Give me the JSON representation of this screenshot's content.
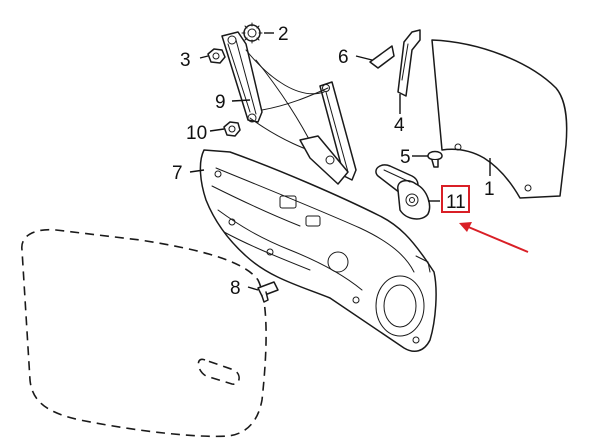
{
  "diagram": {
    "callouts": [
      {
        "id": "1",
        "label": "1"
      },
      {
        "id": "2",
        "label": "2"
      },
      {
        "id": "3",
        "label": "3"
      },
      {
        "id": "4",
        "label": "4"
      },
      {
        "id": "5",
        "label": "5"
      },
      {
        "id": "6",
        "label": "6"
      },
      {
        "id": "7",
        "label": "7"
      },
      {
        "id": "8",
        "label": "8"
      },
      {
        "id": "9",
        "label": "9"
      },
      {
        "id": "10",
        "label": "10"
      },
      {
        "id": "11",
        "label": "11"
      }
    ],
    "highlight": {
      "callout": "11",
      "box_color": "#d91f26",
      "arrow_color": "#d91f26"
    }
  }
}
